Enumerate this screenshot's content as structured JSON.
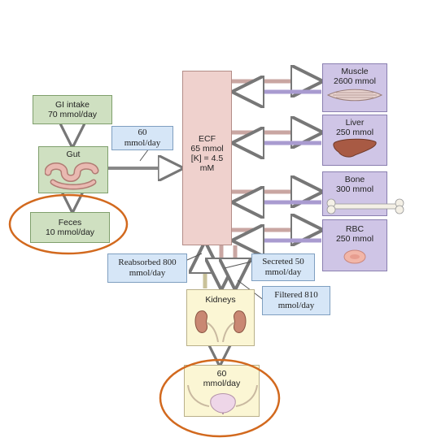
{
  "gi_intake": {
    "line1": "GI intake",
    "line2": "70 mmol/day"
  },
  "gut": {
    "label": "Gut"
  },
  "feces": {
    "line1": "Feces",
    "line2": "10 mmol/day"
  },
  "absorption": {
    "line1": "60",
    "line2": "mmol/day"
  },
  "ecf": {
    "line1": "ECF",
    "line2": "65 mmol",
    "line3": "[K] = 4.5 mM"
  },
  "muscle": {
    "line1": "Muscle",
    "line2": "2600 mmol"
  },
  "liver": {
    "line1": "Liver",
    "line2": "250  mmol"
  },
  "bone": {
    "line1": "Bone",
    "line2": "300 mmol"
  },
  "rbc": {
    "line1": "RBC",
    "line2": "250 mmol"
  },
  "reabsorbed": {
    "line1": "Reabsorbed 800",
    "line2": "mmol/day"
  },
  "secreted": {
    "line1": "Secreted 50",
    "line2": "mmol/day"
  },
  "filtered": {
    "line1": "Filtered 810",
    "line2": "mmol/day"
  },
  "kidneys": {
    "label": "Kidneys"
  },
  "urine": {
    "line1": "60",
    "line2": "mmol/day"
  },
  "colors": {
    "highlight": "#d2691e",
    "green": "#cfe0c1",
    "pink": "#efd1cd",
    "purple": "#cfc5e6",
    "yellow": "#fbf6d4",
    "blue": "#d6e6f7"
  }
}
